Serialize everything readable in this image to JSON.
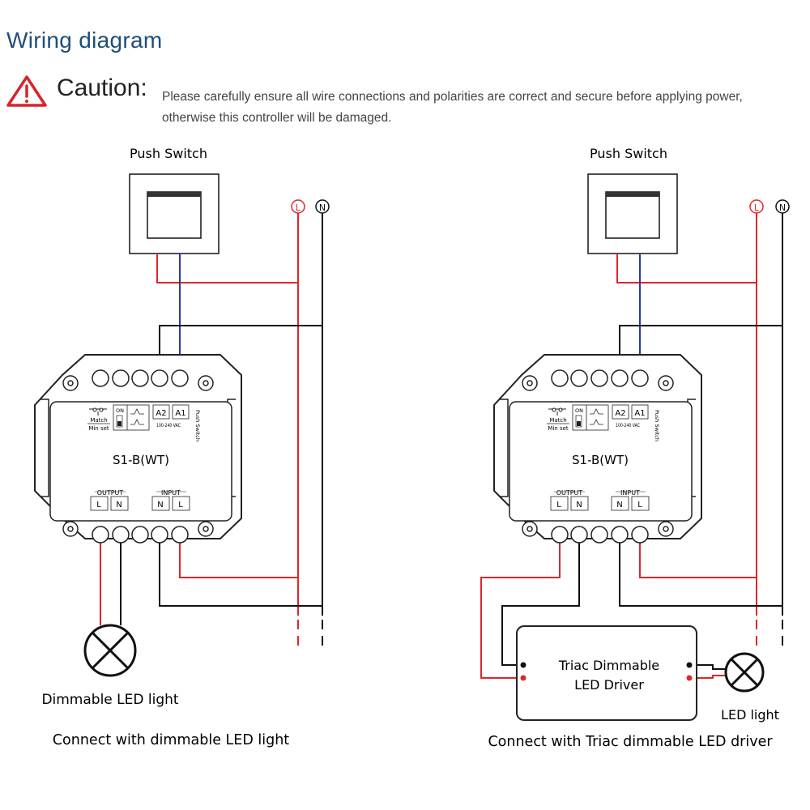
{
  "header": {
    "title": "Wiring diagram",
    "caution_label": "Caution:",
    "caution_line1": "Please carefully ensure all wire connections and polarities are correct and secure before applying power,",
    "caution_line2": "otherwise this controller will be damaged."
  },
  "colors": {
    "live": "#e0262b",
    "switch_wire": "#2b3a9a",
    "neutral": "#111111",
    "title": "#1f4e79"
  },
  "left": {
    "switch_label": "Push Switch",
    "live_marker": "L",
    "neutral_marker": "N",
    "model": "S1-B(WT)",
    "term_match": "Match",
    "term_minset": "Min set",
    "term_on": "ON",
    "term_a2": "A2",
    "term_a1": "A1",
    "term_vac": "100-240 VAC",
    "term_push": "Push Switch",
    "output_label": "OUTPUT",
    "input_label": "INPUT",
    "out_l": "L",
    "out_n": "N",
    "in_n": "N",
    "in_l": "L",
    "light_label": "Dimmable LED light",
    "caption": "Connect with dimmable LED light"
  },
  "right": {
    "switch_label": "Push Switch",
    "live_marker": "L",
    "neutral_marker": "N",
    "model": "S1-B(WT)",
    "term_match": "Match",
    "term_minset": "Min set",
    "term_on": "ON",
    "term_a2": "A2",
    "term_a1": "A1",
    "term_vac": "100-240 VAC",
    "term_push": "Push Switch",
    "output_label": "OUTPUT",
    "input_label": "INPUT",
    "out_l": "L",
    "out_n": "N",
    "in_n": "N",
    "in_l": "L",
    "driver_line1": "Triac Dimmable",
    "driver_line2": "LED Driver",
    "light_label": "LED light",
    "caption": "Connect with Triac dimmable LED driver"
  }
}
